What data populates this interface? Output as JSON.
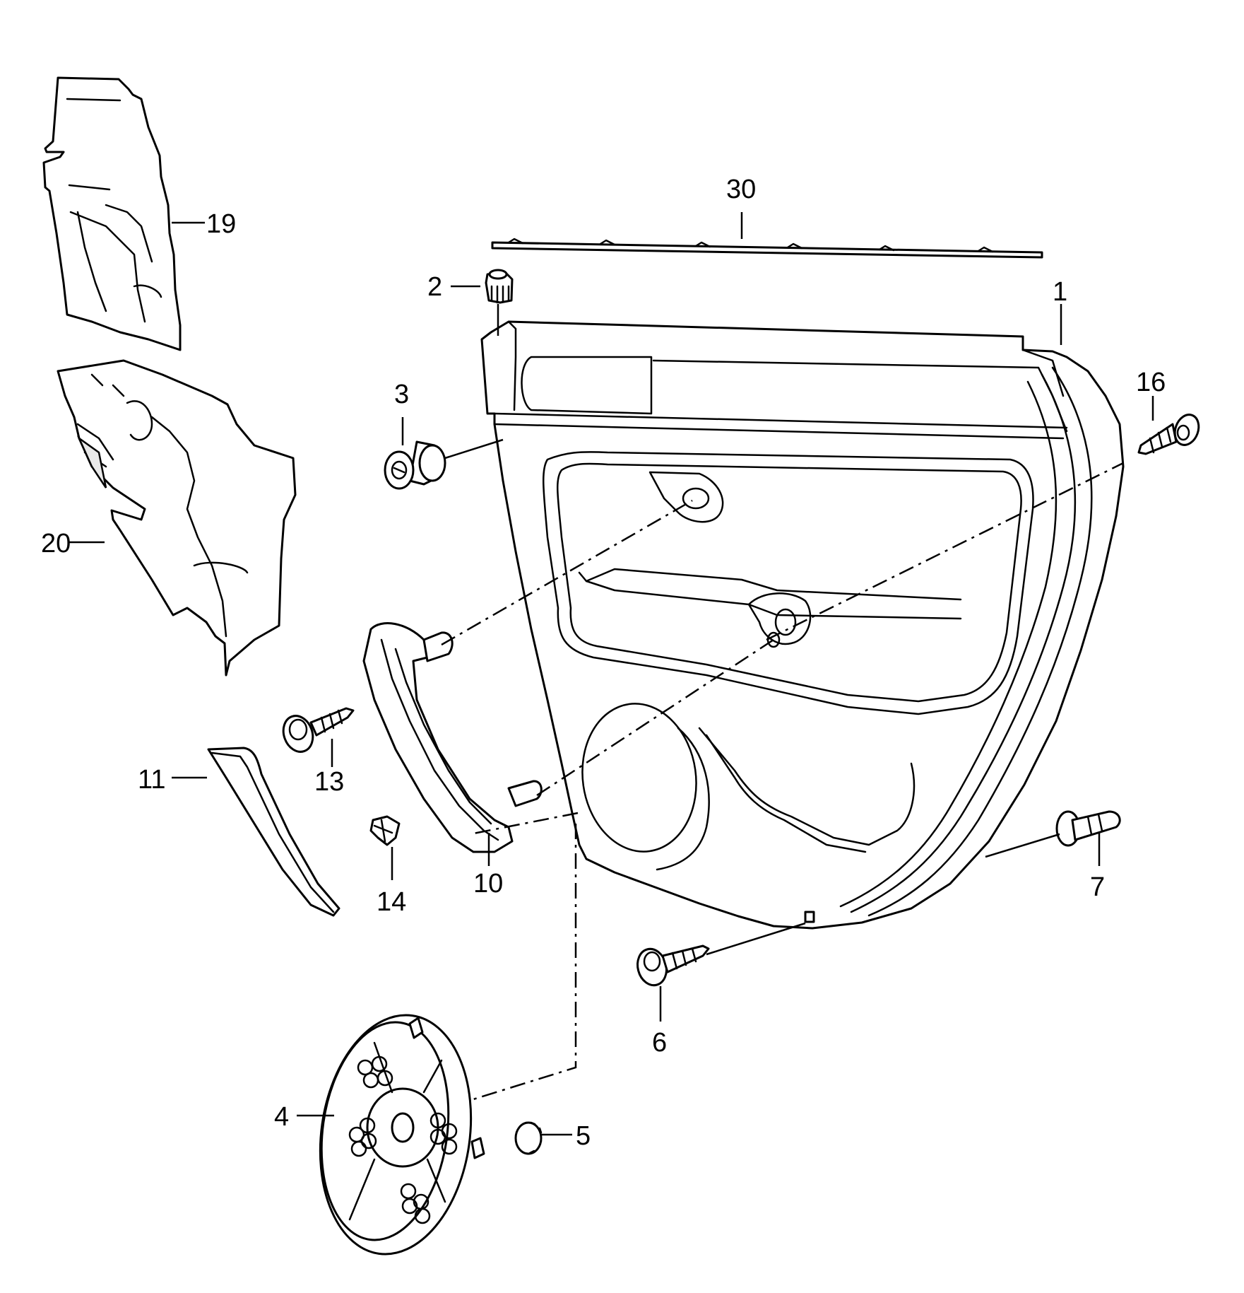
{
  "labels": {
    "p1": "1",
    "p2": "2",
    "p3": "3",
    "p4": "4",
    "p5": "5",
    "p6": "6",
    "p7": "7",
    "p10": "10",
    "p11": "11",
    "p13": "13",
    "p14": "14",
    "p16": "16",
    "p19": "19",
    "p20": "20",
    "p30": "30"
  },
  "colors": {
    "line": "#000000",
    "background": "#ffffff"
  }
}
